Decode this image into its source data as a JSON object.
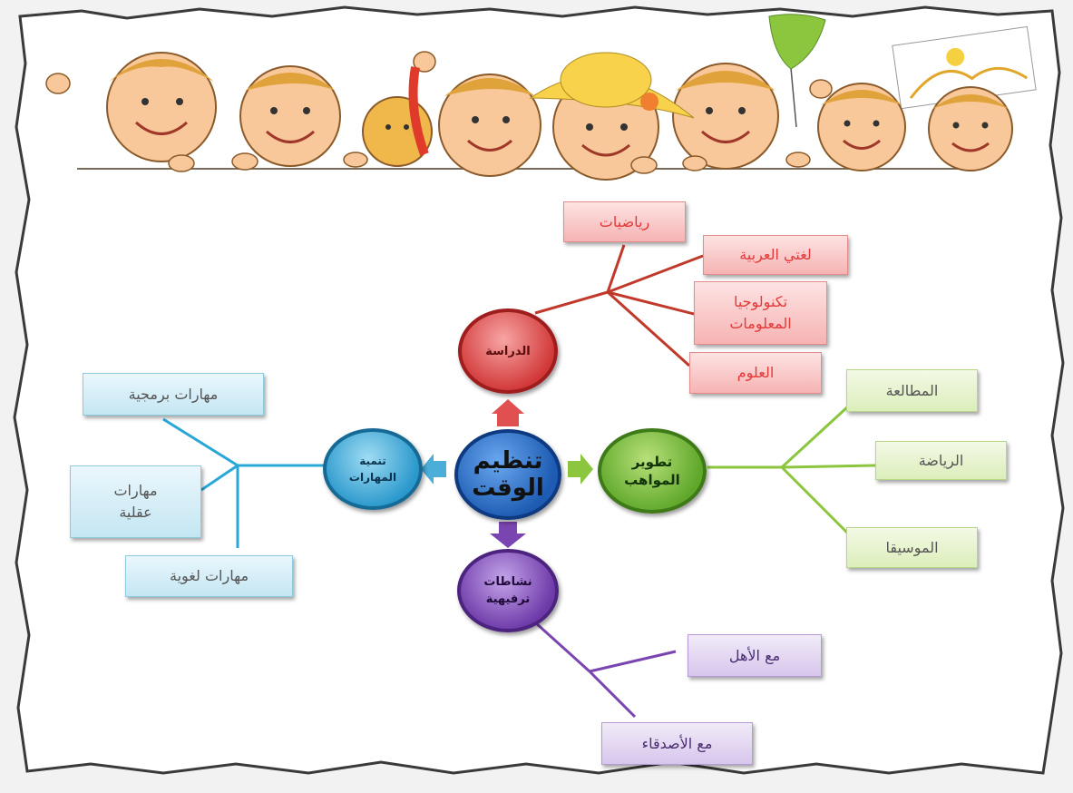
{
  "center": {
    "label": "تنظيم\nالوقت"
  },
  "branches": {
    "study": {
      "label": "الدراسة",
      "items": [
        "رياضيات",
        "لغتي العربية",
        "تكنولوجيا\nالمعلومات",
        "العلوم"
      ]
    },
    "talents": {
      "label": "تطوير\nالمواهب",
      "items": [
        "المطالعة",
        "الرياضة",
        "الموسيقا"
      ]
    },
    "skills": {
      "label": "تنمية\nالمهارات",
      "items": [
        "مهارات برمجية",
        "مهارات\nعقلية",
        "مهارات لغوية"
      ]
    },
    "leisure": {
      "label": "نشاطات\nترفيهية",
      "items": [
        "مع الأهل",
        "مع الأصدقاء"
      ]
    }
  },
  "colors": {
    "center": "#1e5cb3",
    "study": "#e04848",
    "talents": "#7cbf3a",
    "skills": "#29a8d8",
    "leisure": "#7a45b0"
  },
  "decoration": [
    "cartoon-children-banner-illustration",
    "torn-paper-border"
  ]
}
